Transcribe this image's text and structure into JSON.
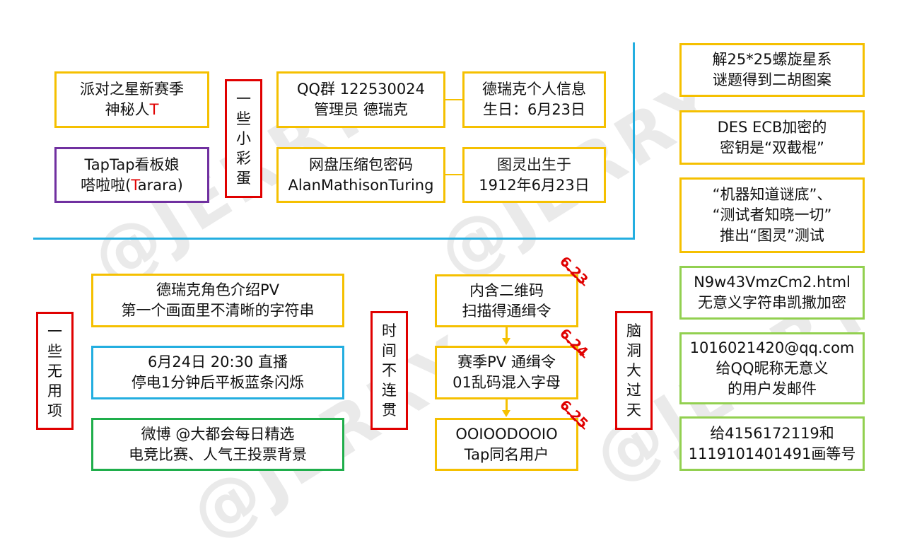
{
  "watermark": "@JERRY",
  "top_section": {
    "label": [
      "一",
      "些",
      "小",
      "彩",
      "蛋"
    ],
    "party_star": {
      "line1": "派对之星新赛季",
      "line2_prefix": "神秘人",
      "line2_red": "T"
    },
    "taptap_mascot": {
      "line1": "TapTap看板娘",
      "line2_prefix": "嗒啦啦(",
      "line2_red": "T",
      "line2_suffix": "arara)"
    },
    "qq_group": {
      "line1": "QQ群 122530024",
      "line2": "管理员 德瑞克"
    },
    "derek_info": {
      "line1": "德瑞克个人信息",
      "line2": "生日：6月23日"
    },
    "zip_password": {
      "line1": "网盘压缩包密码",
      "line2": "AlanMathisonTuring"
    },
    "turing_birth": {
      "line1": "图灵出生于",
      "line2": "1912年6月23日"
    }
  },
  "bottom_left": {
    "label": [
      "一",
      "些",
      "无",
      "用",
      "项"
    ],
    "items": [
      {
        "line1": "德瑞克角色介绍PV",
        "line2": "第一个画面里不清晰的字符串"
      },
      {
        "line1": "6月24日 20:30 直播",
        "line2": "停电1分钟后平板蓝条闪烁"
      },
      {
        "line1": "微博 @大都会每日精选",
        "line2": "电竞比赛、人气王投票背景"
      }
    ]
  },
  "timeline": {
    "label": [
      "时",
      "间",
      "不",
      "连",
      "贯"
    ],
    "items": [
      {
        "line1": "内含二维码",
        "line2": "扫描得通缉令",
        "date": "6.23"
      },
      {
        "line1": "赛季PV 通缉令",
        "line2": "01乱码混入字母",
        "date": "6.24"
      },
      {
        "line1": "OOIOODOOIO",
        "line2": "Tap同名用户",
        "date": "6.25"
      }
    ]
  },
  "brain_hole": {
    "label": [
      "脑",
      "洞",
      "大",
      "过",
      "天"
    ],
    "items": [
      {
        "lines": [
          "解25*25螺旋星系",
          "谜题得到二胡图案"
        ]
      },
      {
        "lines": [
          "DES ECB加密的",
          "密钥是“双截棍”"
        ]
      },
      {
        "lines": [
          "“机器知道谜底”、",
          "“测试者知晓一切”",
          "推出“图灵”测试"
        ]
      },
      {
        "lines": [
          "N9w43VmzCm2.html",
          "无意义字符串凯撒加密"
        ]
      },
      {
        "lines": [
          "1016021420@qq.com",
          "给QQ昵称无意义",
          "的用户发邮件"
        ]
      },
      {
        "lines": [
          "给4156172119和",
          "1119101401491画等号"
        ]
      }
    ]
  },
  "colors": {
    "yellow": "#f5c000",
    "purple": "#7030a0",
    "blue": "#23aee0",
    "green": "#1fae4b",
    "light_green": "#92d050",
    "red": "#e00000"
  }
}
